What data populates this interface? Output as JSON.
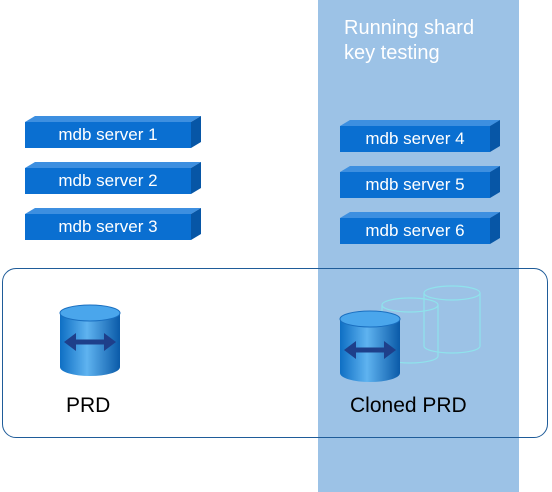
{
  "test_panel": {
    "title_line1": "Running shard",
    "title_line2": "key testing",
    "color": "#9cc2e6"
  },
  "servers_left": [
    {
      "label": "mdb server 1"
    },
    {
      "label": "mdb server 2"
    },
    {
      "label": "mdb server 3"
    }
  ],
  "servers_right": [
    {
      "label": "mdb server 4"
    },
    {
      "label": "mdb server 5"
    },
    {
      "label": "mdb server 6"
    }
  ],
  "databases": {
    "prd": {
      "label": "PRD",
      "icon": "database-icon"
    },
    "cloned": {
      "label": "Cloned PRD",
      "icon": "database-icon",
      "ghost_icon": "database-outline-icon"
    }
  },
  "colors": {
    "server_front": "#0a6fd1",
    "server_top": "#3d8fe0",
    "server_side": "#0756a6",
    "env_border": "#1f5c99",
    "db_body": "#1f84d6",
    "db_arrow": "#1e3f8a",
    "ghost_outline": "#8fe3ec"
  }
}
